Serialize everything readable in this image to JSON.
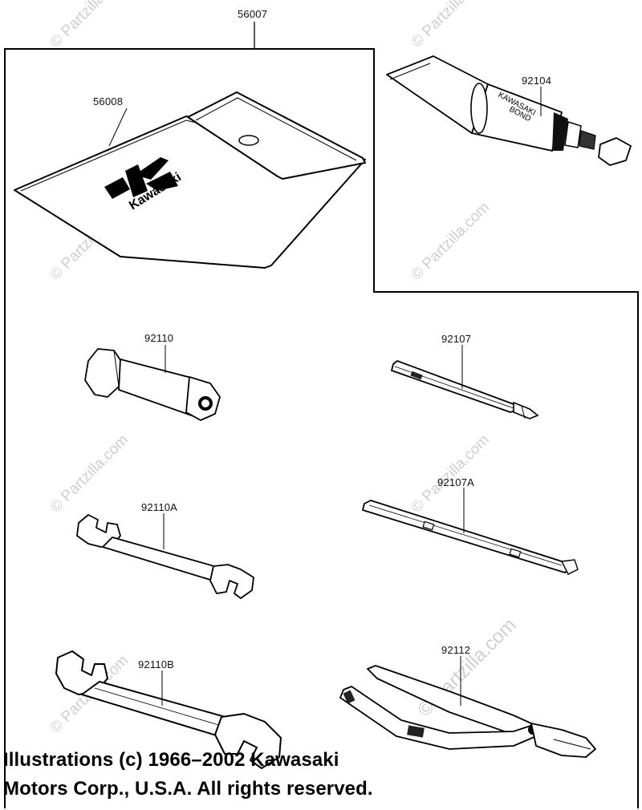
{
  "diagram": {
    "part_numbers": {
      "tool_kit": "56007",
      "pouch": "56008",
      "bond": "92104",
      "socket_wrench": "92110",
      "screwdriver": "92107",
      "wrench_a": "92110A",
      "screwdriver_a": "92107A",
      "wrench_b": "92110B",
      "pliers": "92112"
    },
    "pouch_brand": "Kawasaki",
    "tube_text_1": "KAWASAKI",
    "tube_text_2": "BOND",
    "watermark": "© Partzilla.com",
    "copyright_line_1": "Illustrations (c) 1966–2002 Kawasaki",
    "copyright_line_2": "Motors Corp., U.S.A.  All rights reserved."
  }
}
